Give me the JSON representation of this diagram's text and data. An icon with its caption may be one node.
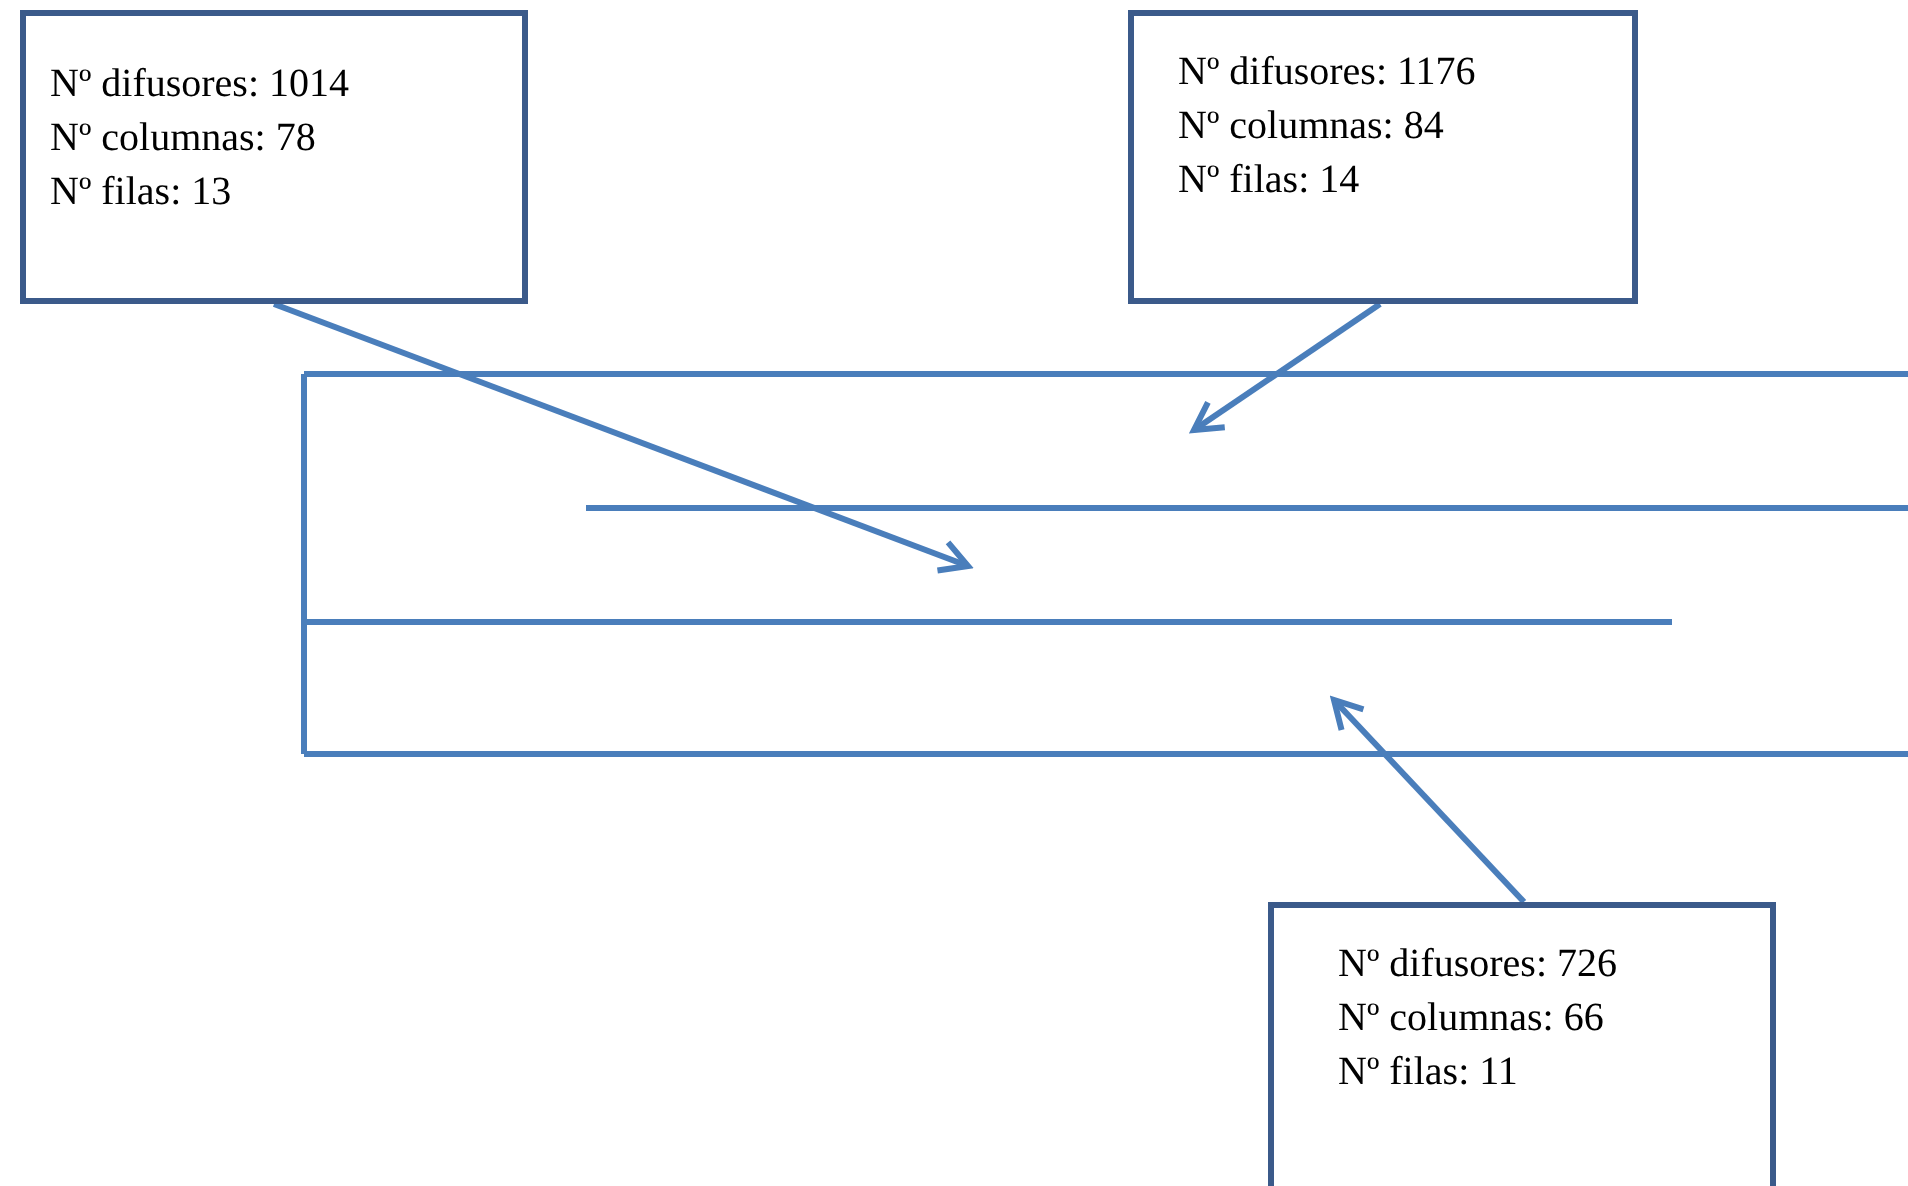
{
  "diagram": {
    "nodes": [
      {
        "text": [
          "Nº difusores: 1014",
          "Nº columnas: 78",
          "Nº filas: 13"
        ]
      },
      {
        "text": [
          "Nº difusores: 1176",
          "Nº columnas: 84",
          "Nº filas: 14"
        ]
      },
      {
        "text": [
          "Nº difusores: 726",
          "Nº columnas: 66",
          "Nº filas: 11"
        ]
      }
    ],
    "edges": [
      {
        "from": 0,
        "to": null,
        "arrow": "to"
      },
      {
        "from": 1,
        "to": null,
        "arrow": "to"
      },
      {
        "from": 2,
        "to": null,
        "arrow": "to"
      }
    ]
  }
}
